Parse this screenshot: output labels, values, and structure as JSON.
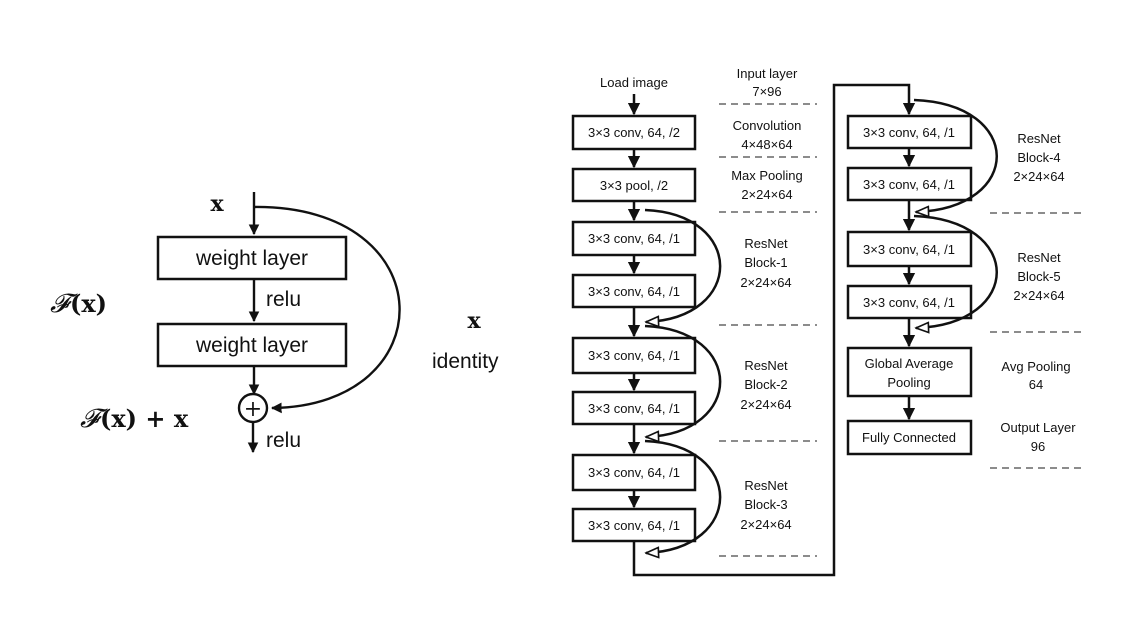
{
  "left": {
    "x_top": "x",
    "weight_layer_1": "weight layer",
    "relu_1": "relu",
    "weight_layer_2": "weight layer",
    "relu_2": "relu",
    "fx": "(x)",
    "fx_plus_x": "(x) + x",
    "fx_script": "𝓕",
    "x_side": "x",
    "identity": "identity",
    "plus": "+"
  },
  "right": {
    "col1": {
      "load_image": "Load image",
      "boxes": [
        "3×3 conv, 64, /2",
        "3×3 pool, /2",
        "3×3 conv, 64, /1",
        "3×3 conv, 64, /1",
        "3×3 conv, 64, /1",
        "3×3 conv, 64, /1",
        "3×3 conv, 64, /1",
        "3×3 conv, 64, /1"
      ]
    },
    "col2": {
      "boxes": [
        "3×3 conv, 64, /1",
        "3×3 conv, 64, /1",
        "3×3 conv, 64, /1",
        "3×3 conv, 64, /1"
      ],
      "gap_1": "Global Average",
      "gap_2": "Pooling",
      "fc": "Fully Connected"
    },
    "annotations": [
      {
        "line1": "Input layer",
        "line2": "7×96"
      },
      {
        "line1": "Convolution",
        "line2": "4×48×64"
      },
      {
        "line1": "Max Pooling",
        "line2": "2×24×64"
      },
      {
        "line1": "ResNet",
        "line2": "Block-1",
        "line3": "2×24×64"
      },
      {
        "line1": "ResNet",
        "line2": "Block-2",
        "line3": "2×24×64"
      },
      {
        "line1": "ResNet",
        "line2": "Block-3",
        "line3": "2×24×64"
      },
      {
        "line1": "ResNet",
        "line2": "Block-4",
        "line3": "2×24×64"
      },
      {
        "line1": "ResNet",
        "line2": "Block-5",
        "line3": "2×24×64"
      },
      {
        "line1": "Avg Pooling",
        "line2": "64"
      },
      {
        "line1": "Output Layer",
        "line2": "96"
      }
    ]
  }
}
